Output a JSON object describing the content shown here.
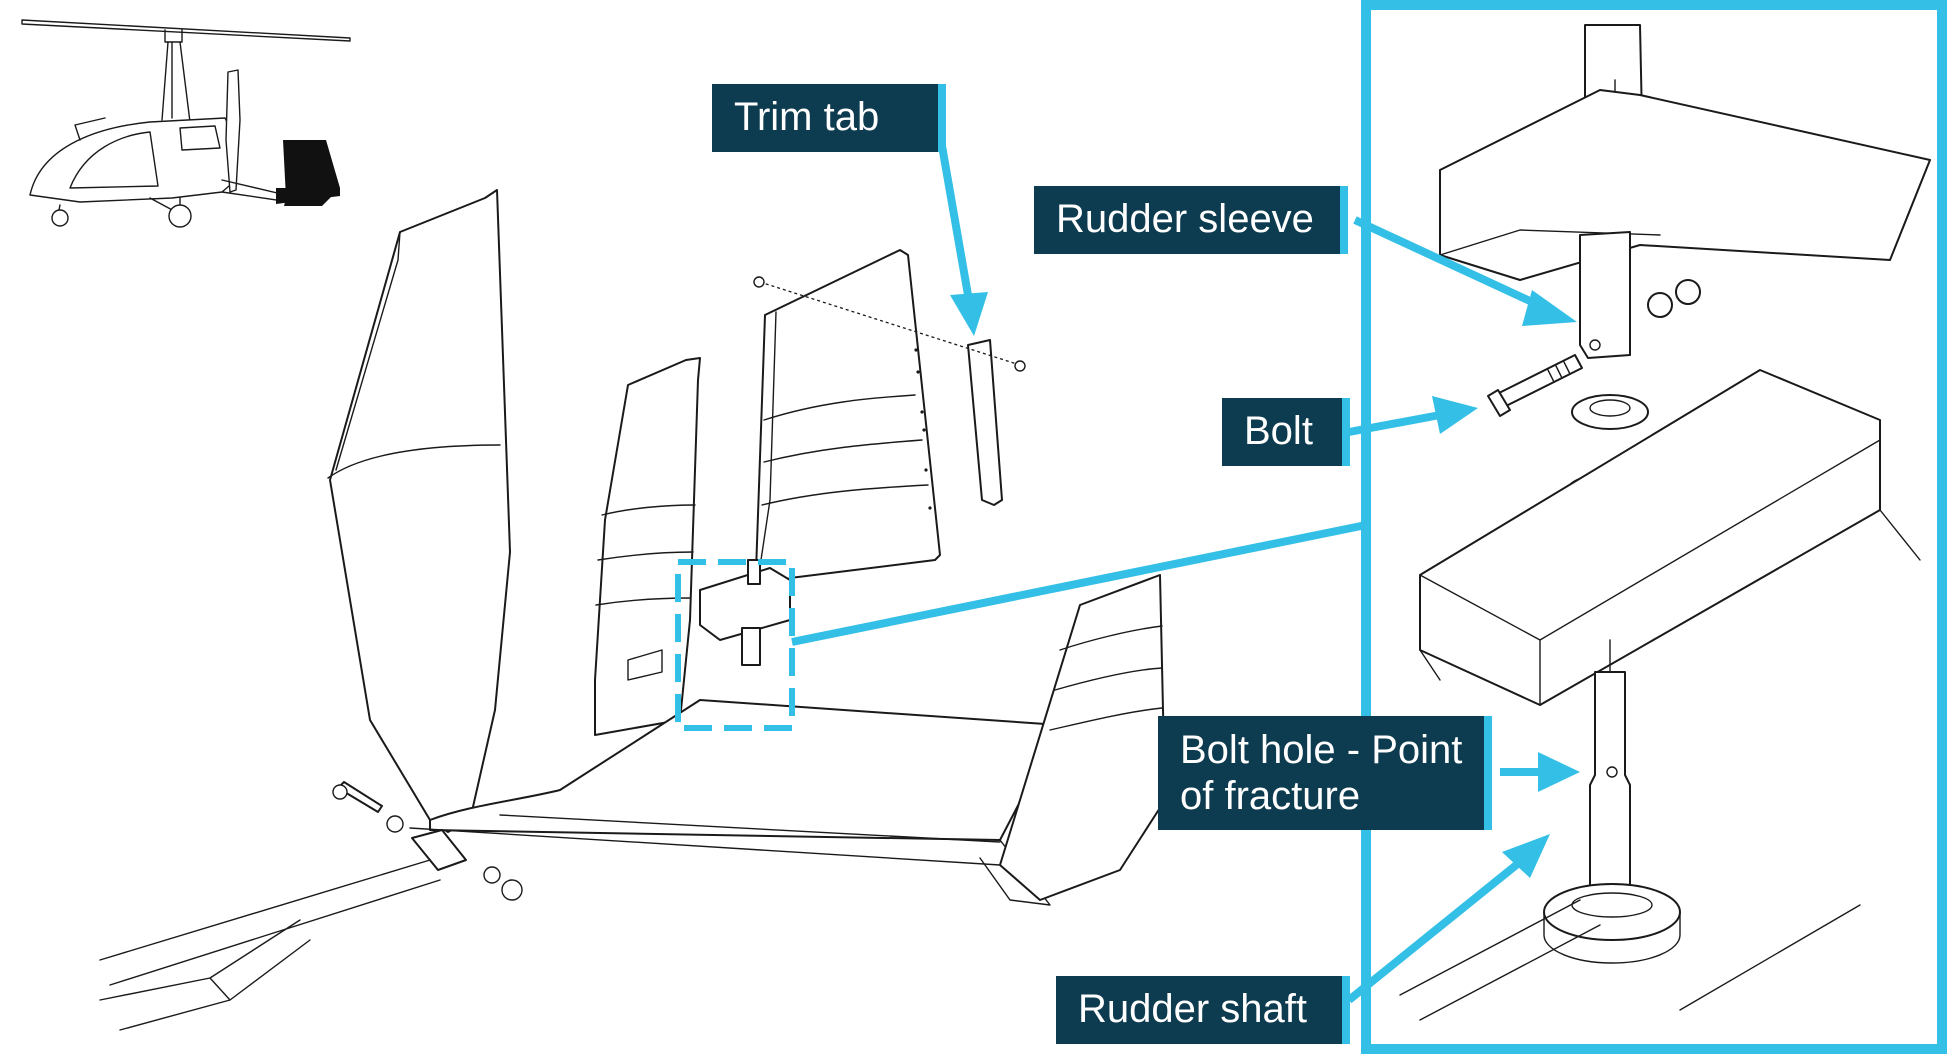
{
  "callouts": {
    "trim_tab": "Trim tab",
    "rudder_sleeve": "Rudder sleeve",
    "bolt": "Bolt",
    "bolt_hole_line1": "Bolt hole - Point",
    "bolt_hole_line2": "of fracture",
    "rudder_shaft": "Rudder shaft"
  },
  "colors": {
    "callout_background": "#0d3b4f",
    "callout_text": "#ffffff",
    "accent": "#33bfe6",
    "line_art": "#1a1a1a"
  }
}
